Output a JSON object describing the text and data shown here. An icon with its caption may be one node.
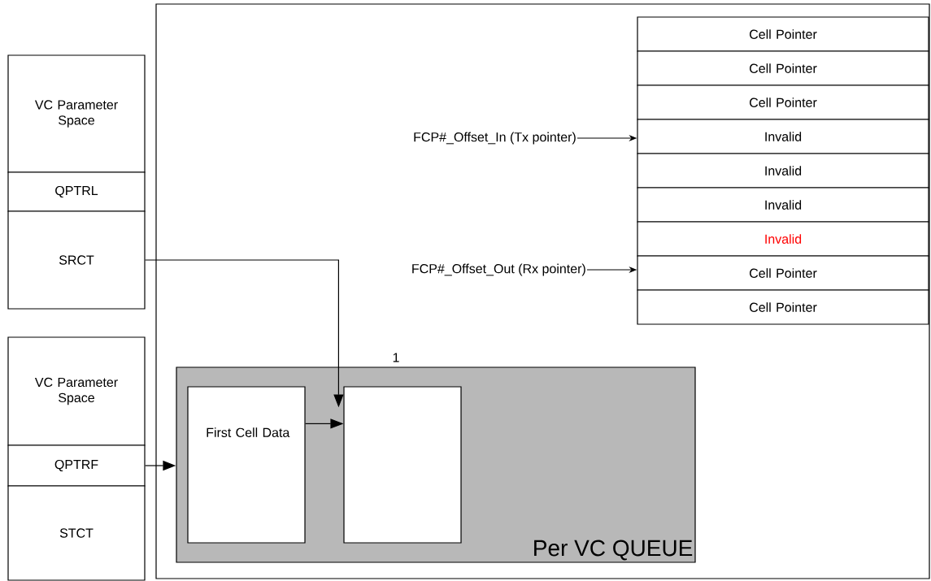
{
  "diagram": {
    "nodes": [
      {
        "text": [],
        "shape": "box"
      },
      {
        "text": [
          "VC Parameter Space"
        ]
      },
      {
        "text": [
          "QPTRL"
        ]
      },
      {
        "text": [
          "SRCT"
        ]
      },
      {
        "text": [
          "VC Parameter Space"
        ]
      },
      {
        "text": [
          "QPTRF"
        ]
      },
      {
        "text": [
          "STCT"
        ]
      },
      {
        "text": [
          "FCP#_Offset_In (Tx pointer)"
        ],
        "in": 0
      },
      {
        "text": [
          "FCP#_Offset_Out (Rx pointer)"
        ],
        "in": 0
      },
      {
        "text": [
          "Cell Pointer"
        ],
        "in": 0
      },
      {
        "text": [
          "Cell Pointer"
        ],
        "in": 0
      },
      {
        "text": [
          "Cell Pointer"
        ],
        "in": 0
      },
      {
        "text": [
          "Invalid"
        ],
        "in": 0
      },
      {
        "text": [
          "Invalid"
        ],
        "in": 0
      },
      {
        "text": [
          "Invalid"
        ],
        "in": 0
      },
      {
        "text": [
          "Invalid"
        ],
        "in": 0
      },
      {
        "text": [
          "Cell Pointer"
        ],
        "in": 0
      },
      {
        "text": [
          "Cell Pointer"
        ],
        "in": 0
      },
      {
        "text": [
          "Per VC QUEUE"
        ],
        "in": 0
      },
      {
        "text": [
          "First Cell Data"
        ],
        "in": 18
      },
      {
        "text": [],
        "shape": "box",
        "in": 18
      }
    ],
    "edges": [
      {
        "from": 7,
        "to": 12,
        "arrow": "to"
      },
      {
        "from": 8,
        "to": 16,
        "arrow": "to"
      },
      {
        "from": 3,
        "to": 20,
        "arrow": "to"
      },
      {
        "from": 19,
        "to": 20,
        "arrow": "to"
      },
      {
        "from": 5,
        "to": 18,
        "arrow": "to"
      }
    ],
    "labels": [
      "1"
    ]
  }
}
